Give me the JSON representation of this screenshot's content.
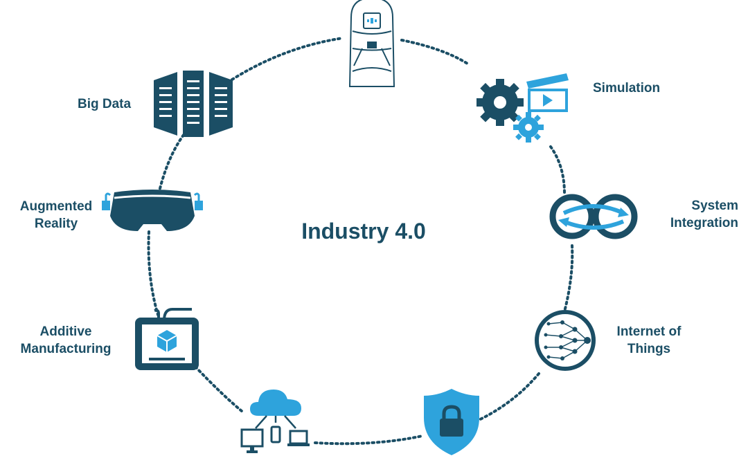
{
  "title": "Industry 4.0",
  "colors": {
    "dark": "#1b4e65",
    "accent": "#2ea3dc",
    "dots": "#1b4e65"
  },
  "nodes": [
    {
      "id": "autonomous-robots",
      "label": "",
      "icon": "robot-icon"
    },
    {
      "id": "simulation",
      "label": "Simulation",
      "icon": "gear-video-icon"
    },
    {
      "id": "system-integration",
      "label_line1": "System",
      "label_line2": "Integration",
      "icon": "integration-arrows-icon"
    },
    {
      "id": "internet-of-things",
      "label_line1": "Internet of",
      "label_line2": "Things",
      "icon": "network-globe-icon"
    },
    {
      "id": "cybersecurity",
      "label": "",
      "icon": "shield-lock-icon"
    },
    {
      "id": "cloud-computing",
      "label": "",
      "icon": "cloud-devices-icon"
    },
    {
      "id": "additive-manufacturing",
      "label_line1": "Additive",
      "label_line2": "Manufacturing",
      "icon": "3d-printer-icon"
    },
    {
      "id": "augmented-reality",
      "label_line1": "Augmented",
      "label_line2": "Reality",
      "icon": "ar-headset-icon"
    },
    {
      "id": "big-data",
      "label": "Big Data",
      "icon": "server-racks-icon"
    }
  ]
}
